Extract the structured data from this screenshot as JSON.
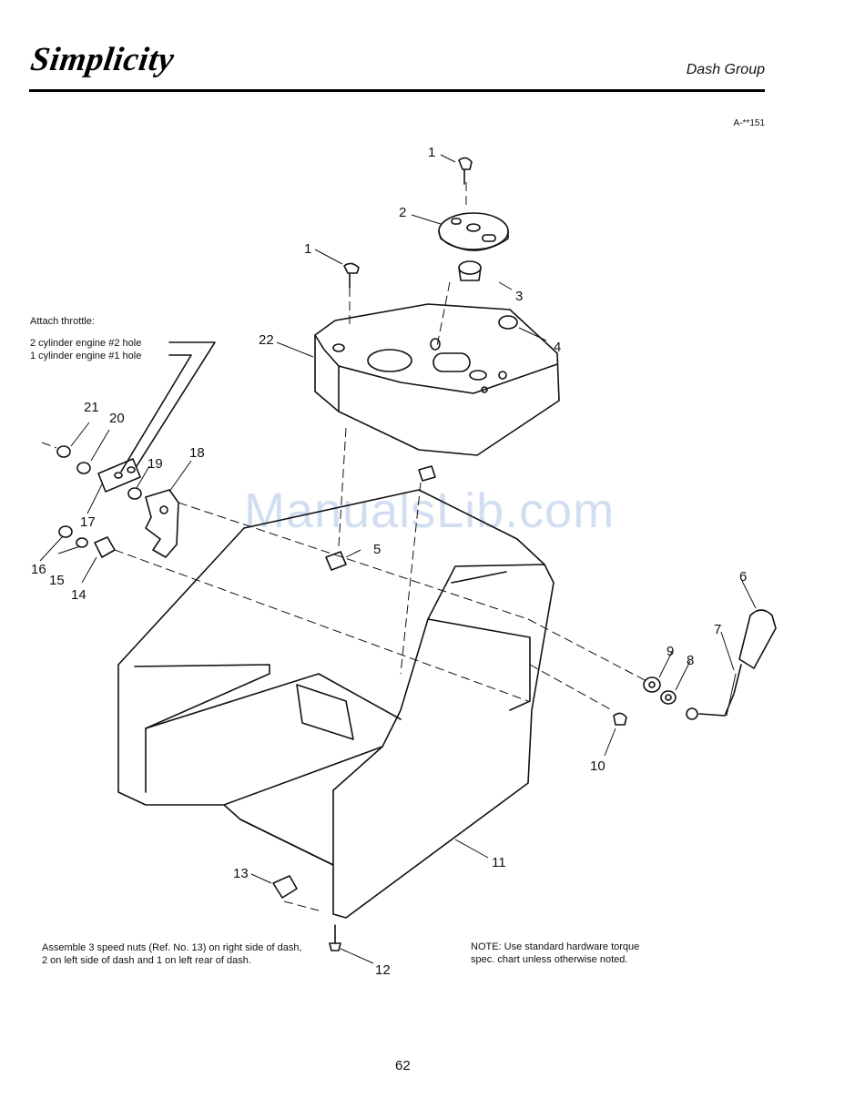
{
  "header": {
    "brand": "Simplicity",
    "section_title": "Dash Group",
    "ref_code": "A-**151"
  },
  "throttle": {
    "title": "Attach throttle:",
    "line1": "2 cylinder engine #2 hole",
    "line2": "1 cylinder engine #1 hole"
  },
  "callouts": [
    "1",
    "1",
    "2",
    "3",
    "4",
    "5",
    "6",
    "7",
    "8",
    "9",
    "10",
    "11",
    "12",
    "13",
    "14",
    "15",
    "16",
    "17",
    "18",
    "19",
    "20",
    "21",
    "22"
  ],
  "notes": {
    "assembly": "Assemble 3 speed nuts (Ref. No. 13) on right side of dash, 2 on left side of dash and 1 on left rear of dash.",
    "torque": "NOTE: Use standard hardware torque spec. chart unless otherwise noted."
  },
  "footer": {
    "page_number": "62"
  },
  "watermark": "ManualsLib.com"
}
